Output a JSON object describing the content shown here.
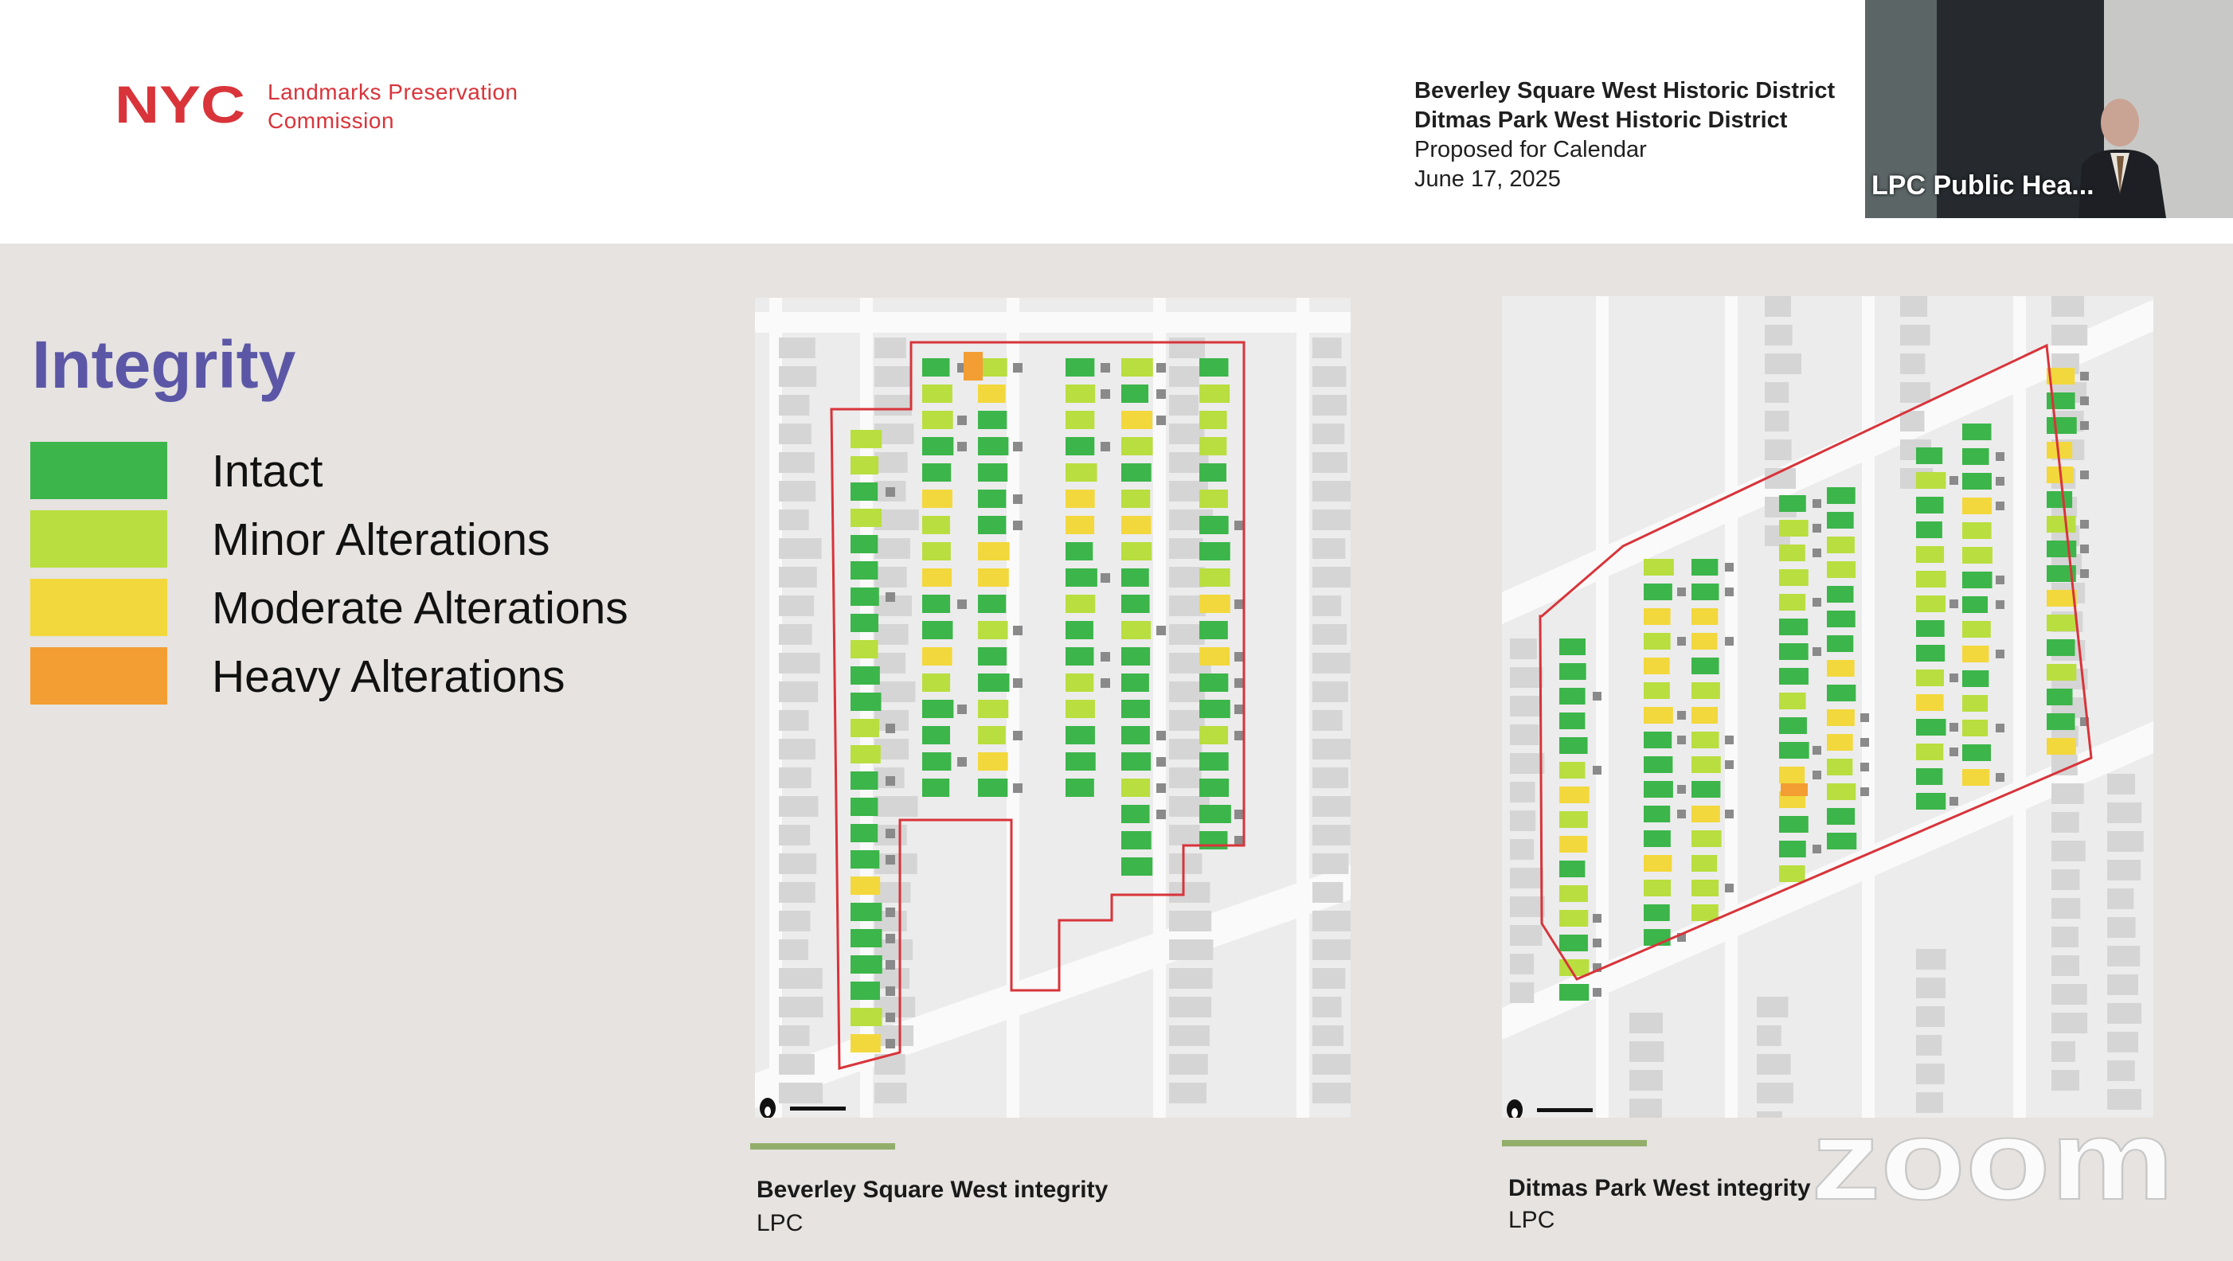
{
  "header": {
    "org_lines": [
      "Landmarks Preservation",
      "Commission"
    ],
    "district_lines": [
      "Beverley Square West Historic District",
      "Ditmas Park West Historic District",
      "Proposed for Calendar",
      "June 17, 2025"
    ]
  },
  "video": {
    "caption": "LPC Public Hea..."
  },
  "slide": {
    "title": "Integrity",
    "legend": [
      {
        "label": "Intact",
        "color": "#3cb54a"
      },
      {
        "label": "Minor Alterations",
        "color": "#b9de3f"
      },
      {
        "label": "Moderate Alterations",
        "color": "#f2d83c"
      },
      {
        "label": "Heavy Alterations",
        "color": "#f39e33"
      }
    ],
    "maps": [
      {
        "caption": "Beverley Square West integrity",
        "source": "LPC"
      },
      {
        "caption": "Ditmas Park West integrity",
        "source": "LPC"
      }
    ]
  },
  "colors": {
    "intact": "#3cb54a",
    "minor": "#b9de3f",
    "moderate": "#f2d83c",
    "heavy": "#f39e33",
    "boundary": "#d8343a",
    "title": "#5b57a6",
    "caption_rule": "#93ae6b"
  },
  "icons": [
    "nyc-logo",
    "north-arrow-icon",
    "scale-bar",
    "zoom-watermark"
  ]
}
